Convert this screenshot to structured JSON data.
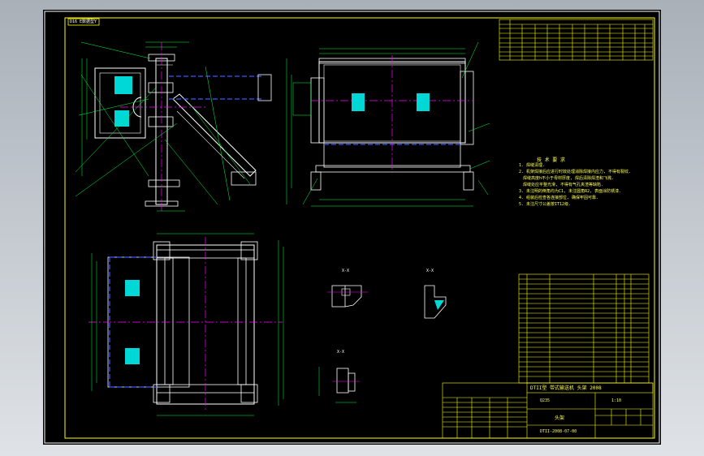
{
  "colors": {
    "sheet": "#000000",
    "frame": "#ffff00",
    "part": "#ffffff",
    "centerline": "#ff00ff",
    "hidden": "#3b57ff",
    "dimension": "#00ff3c",
    "hatch": "#00d8d8"
  },
  "tag_label": "D16 E数据型Y",
  "notes": {
    "heading": "技 术 要 求",
    "line1": "1. 焊缝清理.",
    "line2": "2. 机架焊接后应进行时效处理消除焊接内应力, 不得有裂纹.",
    "line3": "焊缝高度h不小于母材厚度, 焊后清除焊渣和飞溅.",
    "line4": "焊缝处应平整光滑, 不得有气孔夹渣等缺陷.",
    "line5": "3. 未注明的倒角均为C1, 未注圆角R2, 表面涂防锈漆.",
    "line6": "4. 组装后检查各连接部位, 确保牢固可靠.",
    "line7": "5. 未注尺寸公差按IT12级."
  },
  "section_labels": {
    "a": "X-X",
    "b": "X-X",
    "c": "X-X"
  },
  "title_block": {
    "project": "DTII型 带式输送机 头架 2008",
    "drawing_no": "DTII-2008-07-00",
    "material": "Q235",
    "scale": "1:10",
    "name": "头架"
  }
}
